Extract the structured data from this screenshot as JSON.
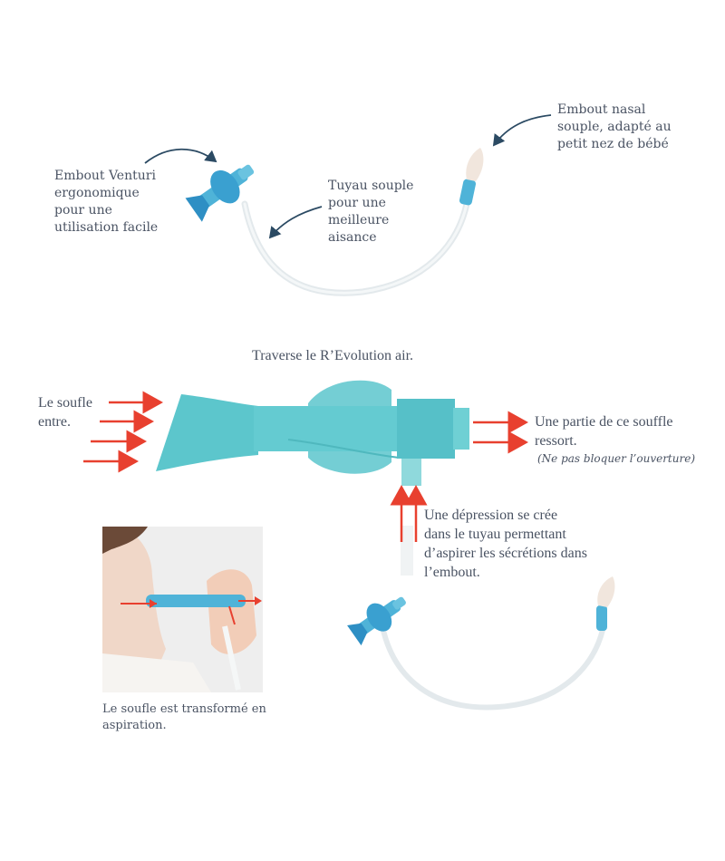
{
  "top_device": {
    "venturi_label": "Embout Venturi\nergonomique\npour une\nutilisation facile",
    "tube_label": "Tuyau souple\npour une\nmeilleure\naisance",
    "nasal_label": "Embout nasal\nsouple, adapté au\npetit nez de bébé"
  },
  "airflow": {
    "title": "Traverse le R’Evolution air.",
    "inlet_label": "Le soufle\nentre.",
    "outlet_label": "Une partie de ce souffle\nressort.",
    "outlet_note": "(Ne pas bloquer l’ouverture)",
    "depression_label": "Une dépression se crée\ndans le tuyau permettant\nd’aspirer les sécrétions dans\nl’embout."
  },
  "photo": {
    "caption": "Le soufle est transformé en\naspiration."
  },
  "colors": {
    "device_blue": "#4fb3d8",
    "device_teal": "#5cc6cc",
    "arrow_red": "#e8402f",
    "annotation_arrow": "#2b4a63",
    "text": "#4a5363",
    "tube": "#e6ebee"
  }
}
